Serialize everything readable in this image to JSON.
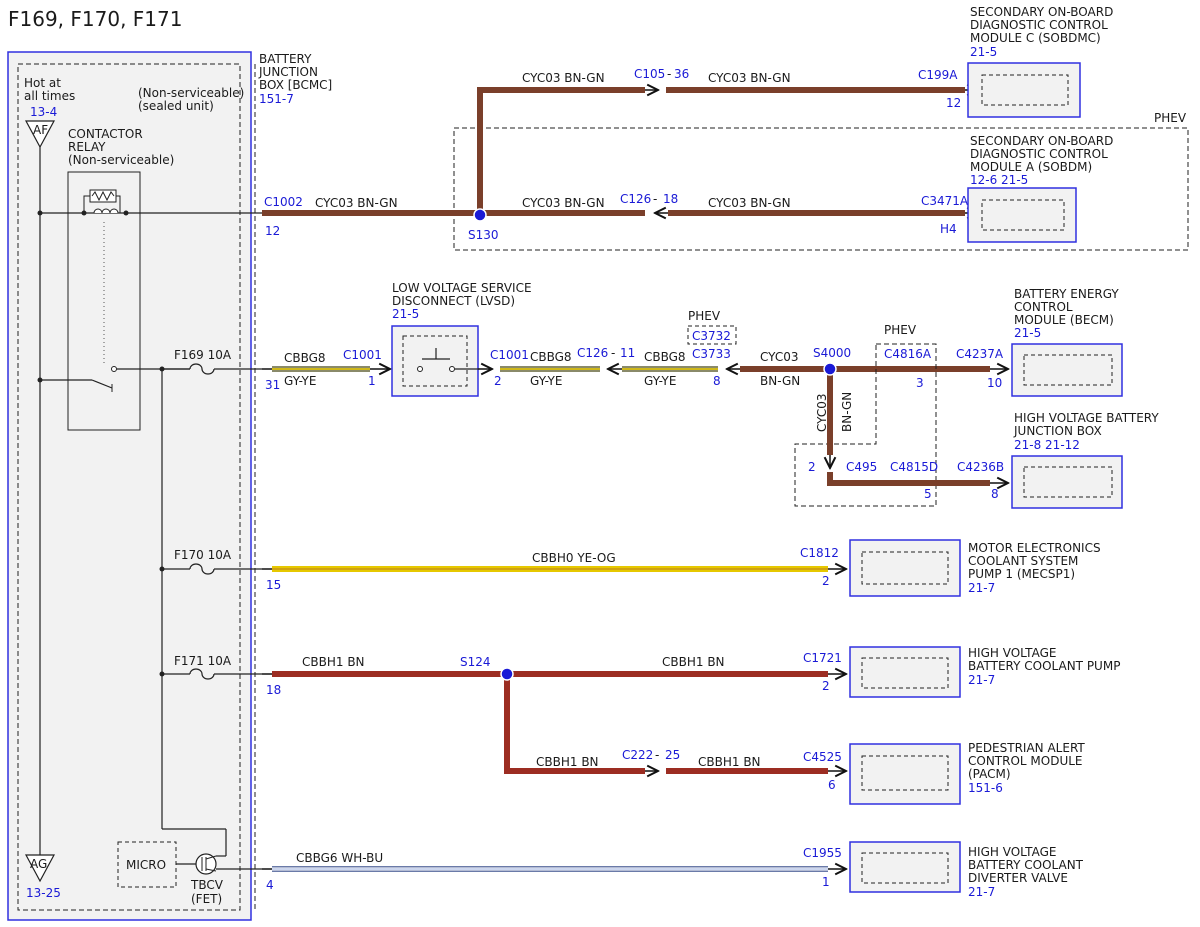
{
  "title": "F169, F170, F171",
  "colors": {
    "module_border": "#3030e0",
    "module_fill": "#f2f2f2",
    "ref_blue": "#1a1ad6",
    "brown": "#7a3f2a",
    "red_brown": "#9c2d22",
    "gray_yellow": "#8a8a6a",
    "yellow": "#e6c800",
    "wh_bu": "#9aaedd"
  },
  "bcmc": {
    "name": [
      "BATTERY",
      "JUNCTION",
      "BOX [BCMC]"
    ],
    "ref": "151-7",
    "note": [
      "(Non-serviceable)",
      "(sealed unit)"
    ],
    "hot": [
      "Hot at",
      "all times"
    ],
    "hot_ref": "13-4",
    "af": "AF",
    "ag": "AG",
    "ag_ref": "13-25",
    "contactor": [
      "CONTACTOR",
      "RELAY",
      "(Non-serviceable)"
    ],
    "micro": "MICRO",
    "tbcv": [
      "TBCV",
      "(FET)"
    ],
    "fuses": [
      {
        "label": "F169  10A"
      },
      {
        "label": "F170  10A"
      },
      {
        "label": "F171  10A"
      }
    ]
  },
  "phev": "PHEV",
  "circuit1": {
    "conn": "C1002",
    "pin": "12",
    "wires": [
      "CYC03  BN-GN",
      "CYC03  BN-GN",
      "CYC03  BN-GN",
      "CYC03  BN-GN",
      "CYC03  BN-GN"
    ],
    "splice": "S130",
    "inline_top": "C105",
    "inline_top_pin": "36",
    "inline_mid": "C126",
    "inline_mid_pin": "18",
    "sobdmc": {
      "name": [
        "SECONDARY ON-BOARD",
        "DIAGNOSTIC CONTROL",
        "MODULE C (SOBDMC)"
      ],
      "ref": "21-5",
      "conn": "C199A",
      "pin": "12"
    },
    "sobdm": {
      "name": [
        "SECONDARY ON-BOARD",
        "DIAGNOSTIC CONTROL",
        "MODULE A (SOBDM)"
      ],
      "ref": "12-6  21-5",
      "conn": "C3471A",
      "pin": "H4"
    }
  },
  "circuit2": {
    "pin": "31",
    "wire1": [
      "CBBG8",
      "GY-YE"
    ],
    "c1001_left": "C1001",
    "c1001_left_pin": "1",
    "lvsd": {
      "name": [
        "LOW VOLTAGE SERVICE",
        "DISCONNECT (LVSD)"
      ],
      "ref": "21-5"
    },
    "c1001_right": "C1001",
    "c1001_right_pin": "2",
    "wire2": [
      "CBBG8",
      "GY-YE"
    ],
    "c126": "C126",
    "c126_pin": "11",
    "wire3": [
      "CBBG8",
      "GY-YE"
    ],
    "c3733": "C3733",
    "c3733_pin": "8",
    "phev_conn": "C3732",
    "wire4": [
      "CYC03",
      "BN-GN"
    ],
    "splice": "S4000",
    "c4816a": "C4816A",
    "c4816a_pin": "3",
    "vertical_wire": [
      "CYC03",
      "BN-GN"
    ],
    "c495": "C495",
    "c495_pin": "2",
    "c4815d": "C4815D",
    "c4815d_pin": "5",
    "becm": {
      "name": [
        "BATTERY ENERGY",
        "CONTROL",
        "MODULE (BECM)"
      ],
      "ref": "21-5",
      "conn": "C4237A",
      "pin": "10"
    },
    "hvbjb": {
      "name": [
        "HIGH VOLTAGE BATTERY",
        "JUNCTION BOX"
      ],
      "ref": "21-8  21-12",
      "conn": "C4236B",
      "pin": "8"
    }
  },
  "circuit3": {
    "pin": "15",
    "wire": "CBBH0  YE-OG",
    "mecsp1": {
      "name": [
        "MOTOR ELECTRONICS",
        "COOLANT SYSTEM",
        "PUMP 1 (MECSP1)"
      ],
      "ref": "21-7",
      "conn": "C1812",
      "pin": "2"
    }
  },
  "circuit4": {
    "pin": "18",
    "wire1": "CBBH1  BN",
    "splice": "S124",
    "wire2": "CBBH1  BN",
    "wire3": "CBBH1  BN",
    "c222": "C222",
    "c222_pin": "25",
    "wire4": "CBBH1  BN",
    "hvbcp": {
      "name": [
        "HIGH VOLTAGE",
        "BATTERY COOLANT PUMP"
      ],
      "ref": "21-7",
      "conn": "C1721",
      "pin": "2"
    },
    "pacm": {
      "name": [
        "PEDESTRIAN ALERT",
        "CONTROL MODULE",
        "(PACM)"
      ],
      "ref": "151-6",
      "conn": "C4525",
      "pin": "6"
    }
  },
  "circuit5": {
    "pin": "4",
    "wire": "CBBG6  WH-BU",
    "hvbcdv": {
      "name": [
        "HIGH VOLTAGE",
        "BATTERY COOLANT",
        "DIVERTER VALVE"
      ],
      "ref": "21-7",
      "conn": "C1955",
      "pin": "1"
    }
  }
}
